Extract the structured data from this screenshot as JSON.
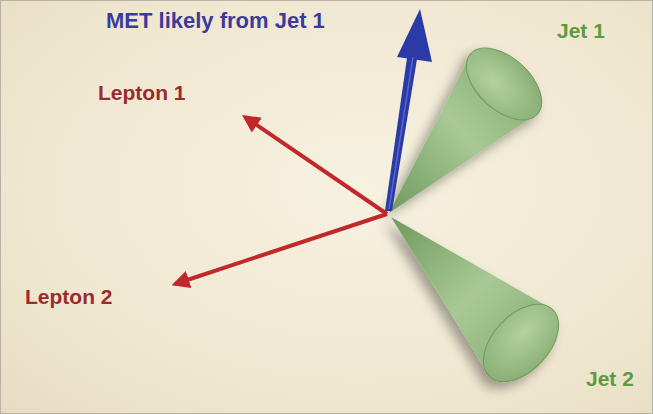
{
  "diagram": {
    "labels": [
      "MET likely from Jet 1",
      "Lepton 1",
      "Lepton 2",
      "Jet 1",
      "Jet 2"
    ]
  }
}
